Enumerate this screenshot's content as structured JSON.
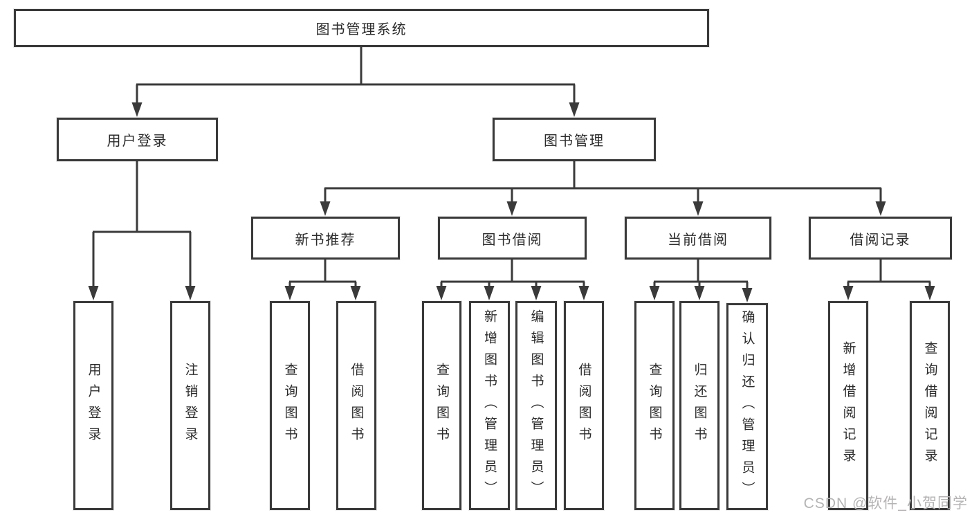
{
  "diagram": {
    "root": {
      "label": "图书管理系统",
      "children": [
        {
          "label": "用户登录",
          "children": [
            {
              "label": "用户登录"
            },
            {
              "label": "注销登录"
            }
          ]
        },
        {
          "label": "图书管理",
          "children": [
            {
              "label": "新书推荐",
              "children": [
                {
                  "label": "查询图书"
                },
                {
                  "label": "借阅图书"
                }
              ]
            },
            {
              "label": "图书借阅",
              "children": [
                {
                  "label": "查询图书"
                },
                {
                  "label": "新增图书（管理员）"
                },
                {
                  "label": "编辑图书（管理员）"
                },
                {
                  "label": "借阅图书"
                }
              ]
            },
            {
              "label": "当前借阅",
              "children": [
                {
                  "label": "查询图书"
                },
                {
                  "label": "归还图书"
                },
                {
                  "label": "确认归还（管理员）"
                }
              ]
            },
            {
              "label": "借阅记录",
              "children": [
                {
                  "label": "新增借阅记录"
                },
                {
                  "label": "查询借阅记录"
                }
              ]
            }
          ]
        }
      ]
    }
  },
  "watermark": {
    "text": "CSDN @软件_小贺同学"
  },
  "colors": {
    "line": "#3a3a3a",
    "text": "#2b2b2b",
    "background": "#ffffff",
    "watermark": "#b5b3b3"
  }
}
